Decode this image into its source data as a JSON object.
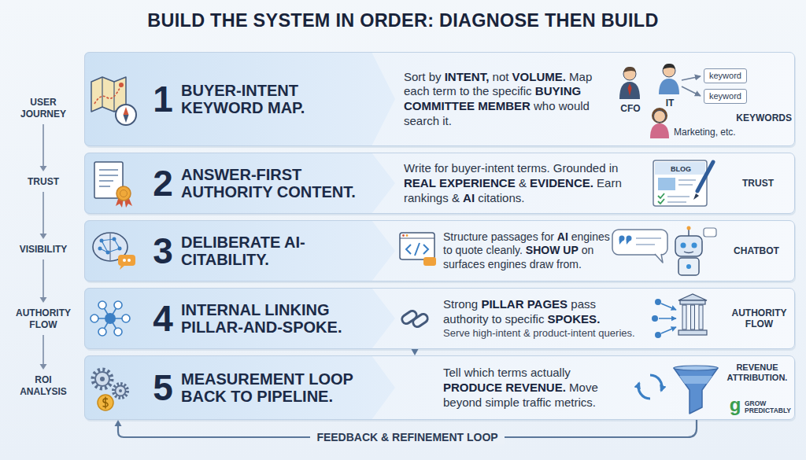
{
  "diagram": {
    "title": "BUILD THE SYSTEM IN ORDER: DIAGNOSE THEN BUILD",
    "nodes": [
      {
        "text": [
          "1",
          "BUYER-INTENT KEYWORD MAP.",
          "Sort by INTENT, not VOLUME. Map each term to the specific BUYING COMMITTEE MEMBER who would search it.",
          "CFO",
          "IT",
          "Marketing, etc.",
          "KEYWORDS"
        ]
      },
      {
        "text": [
          "keyword"
        ],
        "in": 0
      },
      {
        "text": [
          "keyword"
        ],
        "in": 0
      },
      {
        "text": [
          "2",
          "ANSWER-FIRST AUTHORITY CONTENT.",
          "Write for buyer-intent terms. Grounded in REAL EXPERIENCE & EVIDENCE. Earn rankings & AI citations.",
          "BLOG",
          "TRUST"
        ]
      },
      {
        "text": [
          "3",
          "DELIBERATE AI-CITABILITY.",
          "Structure passages for AI engines to quote cleanly. SHOW UP on surfaces engines draw from.",
          "CHATBOT"
        ]
      },
      {
        "text": [
          "4",
          "INTERNAL LINKING PILLAR-AND-SPOKE.",
          "Strong PILLAR PAGES pass authority to specific SPOKES.",
          "Serve high-intent & product-intent queries.",
          "AUTHORITY FLOW"
        ]
      },
      {
        "text": [
          "5",
          "MEASUREMENT LOOP BACK TO PIPELINE.",
          "Tell which terms actually PRODUCE REVENUE. Move beyond simple traffic metrics.",
          "REVENUE ATTRIBUTION."
        ]
      }
    ],
    "edges": [
      {
        "from": 5,
        "to": 6,
        "arrow": "to"
      },
      {
        "from": 6,
        "to": 6,
        "arrow": "to",
        "label": "FEEDBACK & REFINEMENT LOOP"
      }
    ],
    "labels": [
      "USER JOURNEY",
      "TRUST",
      "VISIBILITY",
      "AUTHORITY FLOW",
      "ROI ANALYSIS",
      "g",
      "GROW PREDICTABLY"
    ]
  }
}
